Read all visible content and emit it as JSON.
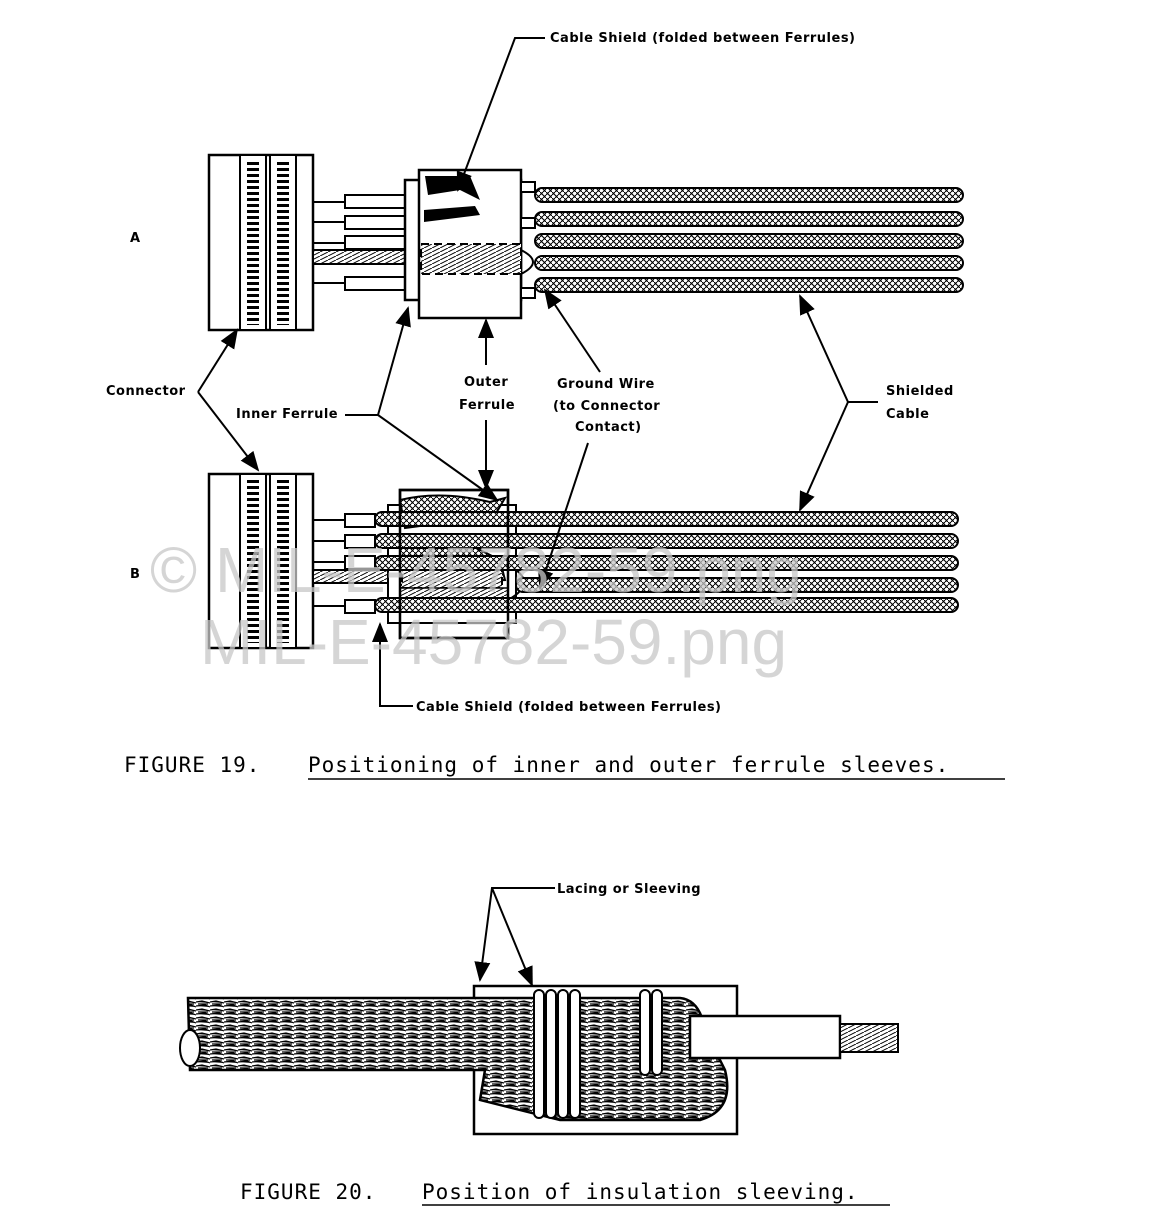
{
  "figure19": {
    "row_a": "A",
    "row_b": "B",
    "label_cable_shield_top": "Cable Shield (folded between Ferrules)",
    "label_connector": "Connector",
    "label_inner_ferrule": "Inner Ferrule",
    "label_outer_ferrule_1": "Outer",
    "label_outer_ferrule_2": "Ferrule",
    "label_ground_wire_1": "Ground Wire",
    "label_ground_wire_2": "(to Connector",
    "label_ground_wire_3": "Contact)",
    "label_shielded_cable_1": "Shielded",
    "label_shielded_cable_2": "Cable",
    "label_cable_shield_bottom": "Cable Shield (folded between Ferrules)",
    "caption_number": "FIGURE 19.",
    "caption_text": "Positioning of inner and outer ferrule sleeves."
  },
  "figure20": {
    "label_lacing": "Lacing or Sleeving",
    "caption_number": "FIGURE 20.",
    "caption_text": "Position of insulation sleeving."
  },
  "watermark": {
    "line1": "© MIL-E-45782-59.png",
    "line2": "MIL-E-45782-59.png"
  }
}
